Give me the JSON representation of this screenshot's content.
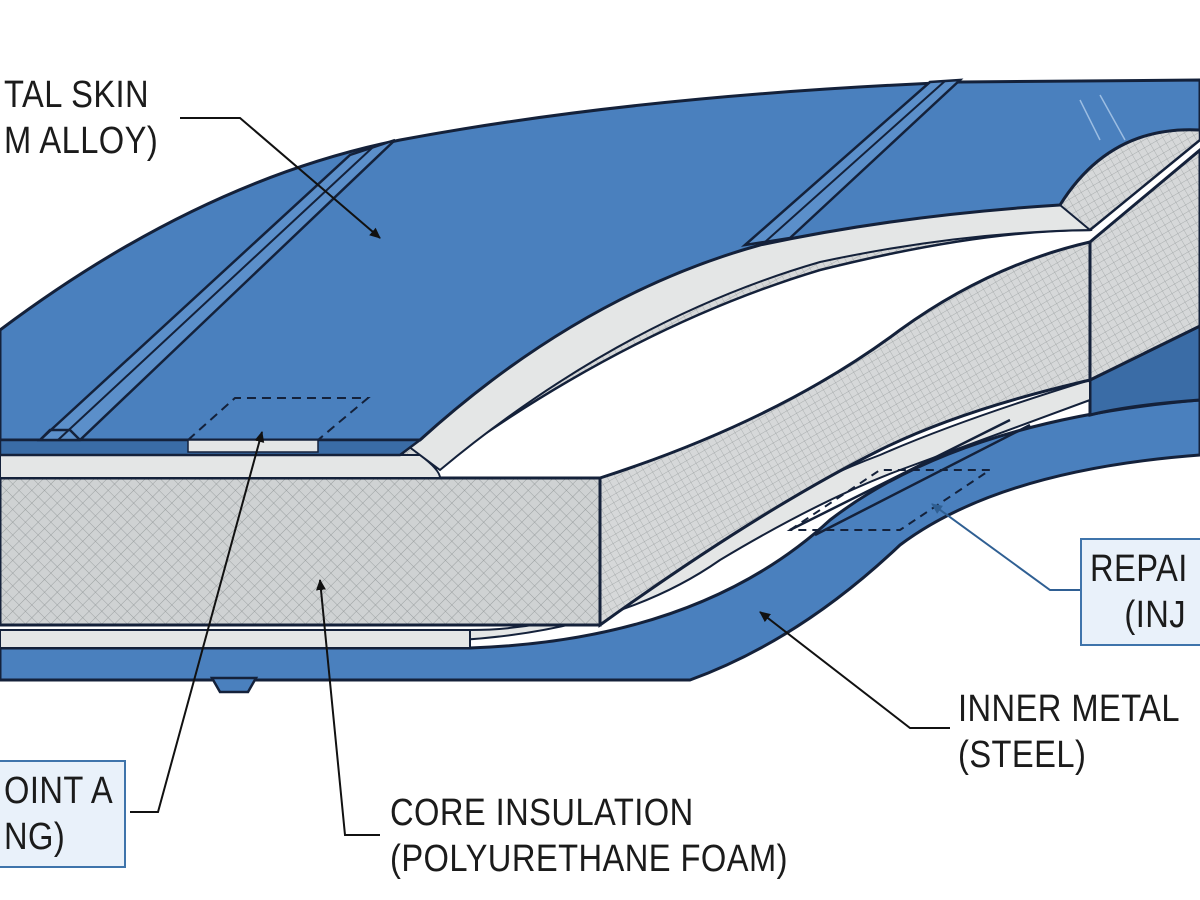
{
  "diagram": {
    "labels": {
      "outer_skin": {
        "line1": "TAL SKIN",
        "line2": "M ALLOY)"
      },
      "repair": {
        "line1": "REPAI",
        "line2": "(INJ"
      },
      "inner_skin": {
        "line1": "INNER METAL",
        "line2": "(STEEL)"
      },
      "joint": {
        "line1": "OINT A",
        "line2": "NG)"
      },
      "core": {
        "line1": "CORE INSULATION",
        "line2": "(POLYURETHANE FOAM)"
      }
    },
    "colors": {
      "skin_blue": "#4a80be",
      "skin_blue_dark": "#3a6ca6",
      "foam_gray": "#c9cccd",
      "foam_light": "#dfe1e2",
      "adhesive_gray": "#e4e6e6",
      "outline": "#14213a",
      "callout_fill": "#e9f1fa",
      "callout_border": "#3f74ab"
    }
  }
}
